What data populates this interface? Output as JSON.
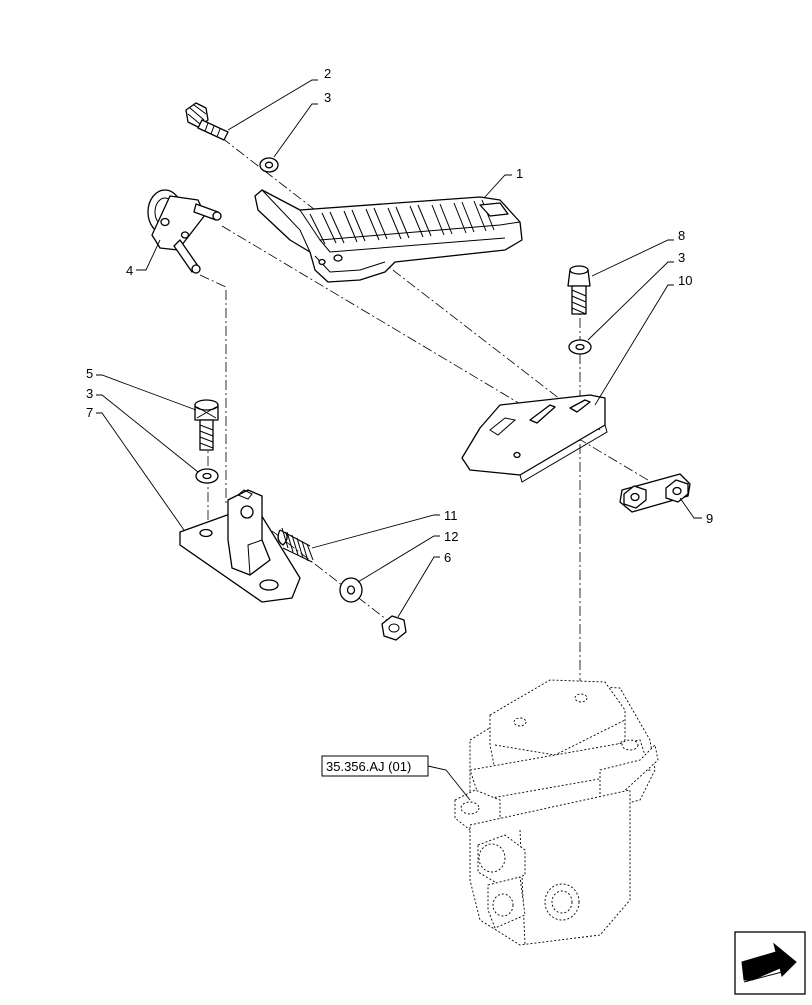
{
  "callouts": {
    "c1": "1",
    "c2": "2",
    "c3a": "3",
    "c3b": "3",
    "c3c": "3",
    "c4": "4",
    "c5": "5",
    "c6": "6",
    "c7": "7",
    "c8": "8",
    "c9": "9",
    "c10": "10",
    "c11": "11",
    "c12": "12"
  },
  "reference": {
    "label": "35.356.AJ (01)"
  },
  "nav": {
    "icon": "next-page-arrow-icon"
  }
}
